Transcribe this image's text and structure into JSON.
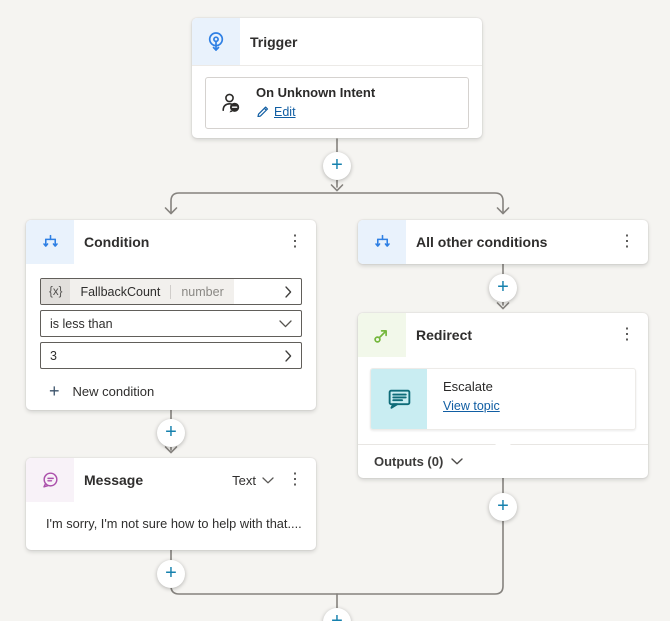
{
  "canvas": {
    "background": "#f5f4f1"
  },
  "icons": {
    "plus": "+",
    "kebab": "⋮"
  },
  "colors": {
    "accent_blue": "#2f80e4",
    "accent_blue_bg": "#e9f2fc",
    "accent_green": "#74b73c",
    "accent_green_bg": "#f2f8ea",
    "accent_purple": "#ab50ab",
    "accent_purple_bg": "#f8f2f8",
    "escalate_teal": "#0e6b78",
    "escalate_bg": "#c9edf2",
    "link_blue": "#115ea3",
    "plus_teal": "#1681ae",
    "connector_gray": "#85827e"
  },
  "trigger": {
    "title": "Trigger",
    "intent": {
      "title": "On Unknown Intent",
      "edit_label": "Edit"
    }
  },
  "condition": {
    "title": "Condition",
    "variable": {
      "prefix": "{x}",
      "name": "FallbackCount",
      "type": "number"
    },
    "operator": "is less than",
    "value": "3",
    "new_condition_label": "New condition"
  },
  "all_other_conditions": {
    "title": "All other conditions"
  },
  "redirect": {
    "title": "Redirect",
    "topic": {
      "title": "Escalate",
      "link_label": "View topic"
    },
    "outputs_label": "Outputs (0)"
  },
  "message": {
    "title": "Message",
    "type_label": "Text",
    "body": "I'm sorry, I'm not sure how to help with that...."
  }
}
